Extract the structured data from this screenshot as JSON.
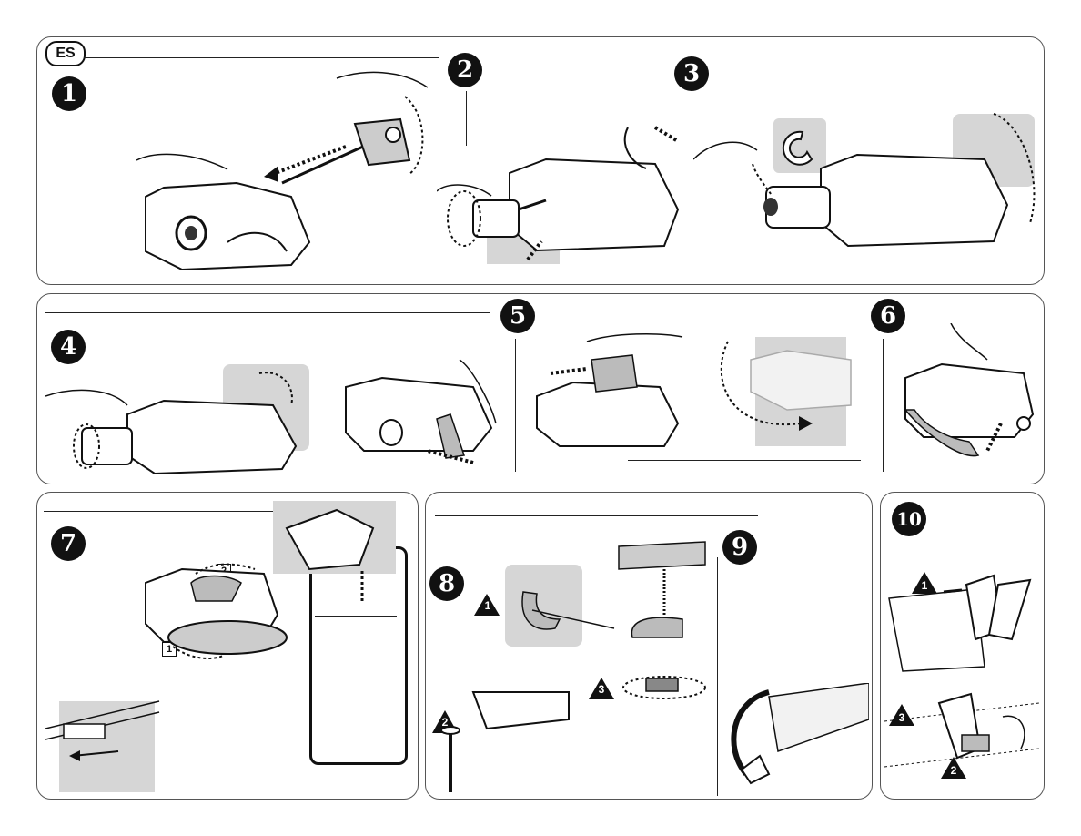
{
  "language_badge": "ES",
  "steps": [
    {
      "label": "1"
    },
    {
      "label": "2"
    },
    {
      "label": "3"
    },
    {
      "label": "4"
    },
    {
      "label": "5"
    },
    {
      "label": "6"
    },
    {
      "label": "7"
    },
    {
      "label": "8"
    },
    {
      "label": "9"
    },
    {
      "label": "10"
    }
  ],
  "substeps": {
    "s7": [
      "1",
      "2"
    ],
    "s8": [
      "1",
      "2",
      "3"
    ],
    "s10": [
      "1",
      "2",
      "3"
    ]
  },
  "colors": {
    "ink": "#111111",
    "panel_border": "#555555",
    "shade": "#d6d6d6"
  },
  "icons": [
    "dotted-arrow-icon",
    "rotate-arrow-icon",
    "e-clip-icon",
    "hand-icon"
  ]
}
